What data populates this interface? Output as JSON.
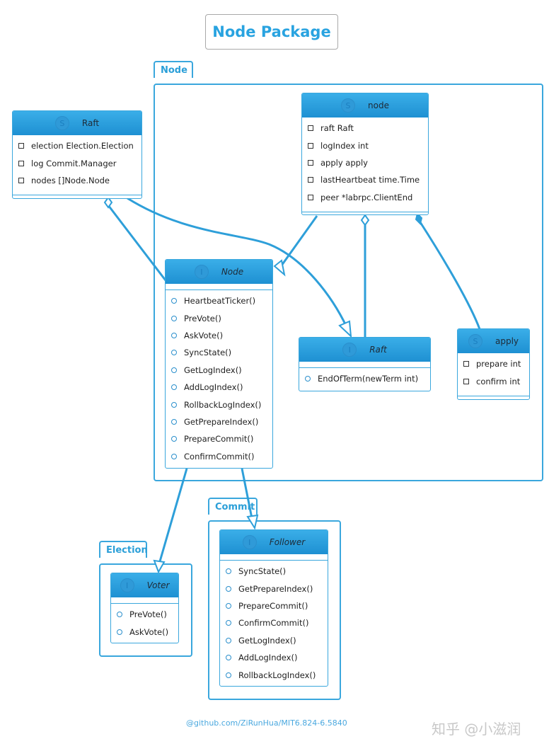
{
  "title": "Node Package",
  "packages": {
    "node": "Node",
    "commit": "Commit",
    "election": "Election"
  },
  "classes": {
    "raft_struct": {
      "stereotype": "S",
      "name": "Raft",
      "fields": [
        "election Election.Election",
        "log Commit.Manager",
        "nodes []Node.Node"
      ]
    },
    "node_struct": {
      "stereotype": "S",
      "name": "node",
      "fields": [
        "raft Raft",
        "logIndex int",
        "apply apply",
        "lastHeartbeat time.Time",
        "peer *labrpc.ClientEnd"
      ]
    },
    "node_interface": {
      "stereotype": "I",
      "name": "Node",
      "methods": [
        "HeartbeatTicker()",
        "PreVote()",
        "AskVote()",
        "SyncState()",
        "GetLogIndex()",
        "AddLogIndex()",
        "RollbackLogIndex()",
        "GetPrepareIndex()",
        "PrepareCommit()",
        "ConfirmCommit()"
      ]
    },
    "raft_interface": {
      "stereotype": "I",
      "name": "Raft",
      "methods": [
        "EndOfTerm(newTerm int)"
      ]
    },
    "apply_struct": {
      "stereotype": "S",
      "name": "apply",
      "fields": [
        "prepare int",
        "confirm int"
      ]
    },
    "voter_interface": {
      "stereotype": "I",
      "name": "Voter",
      "methods": [
        "PreVote()",
        "AskVote()"
      ]
    },
    "follower_interface": {
      "stereotype": "I",
      "name": "Follower",
      "methods": [
        "SyncState()",
        "GetPrepareIndex()",
        "PrepareCommit()",
        "ConfirmCommit()",
        "GetLogIndex()",
        "AddLogIndex()",
        "RollbackLogIndex()"
      ]
    }
  },
  "footer": {
    "credit": "@github.com/ZiRunHua/MIT6.824-6.5840",
    "watermark": "知乎 @小滋润"
  },
  "colors": {
    "accent": "#3aa7dd",
    "title": "#29a3e0"
  }
}
